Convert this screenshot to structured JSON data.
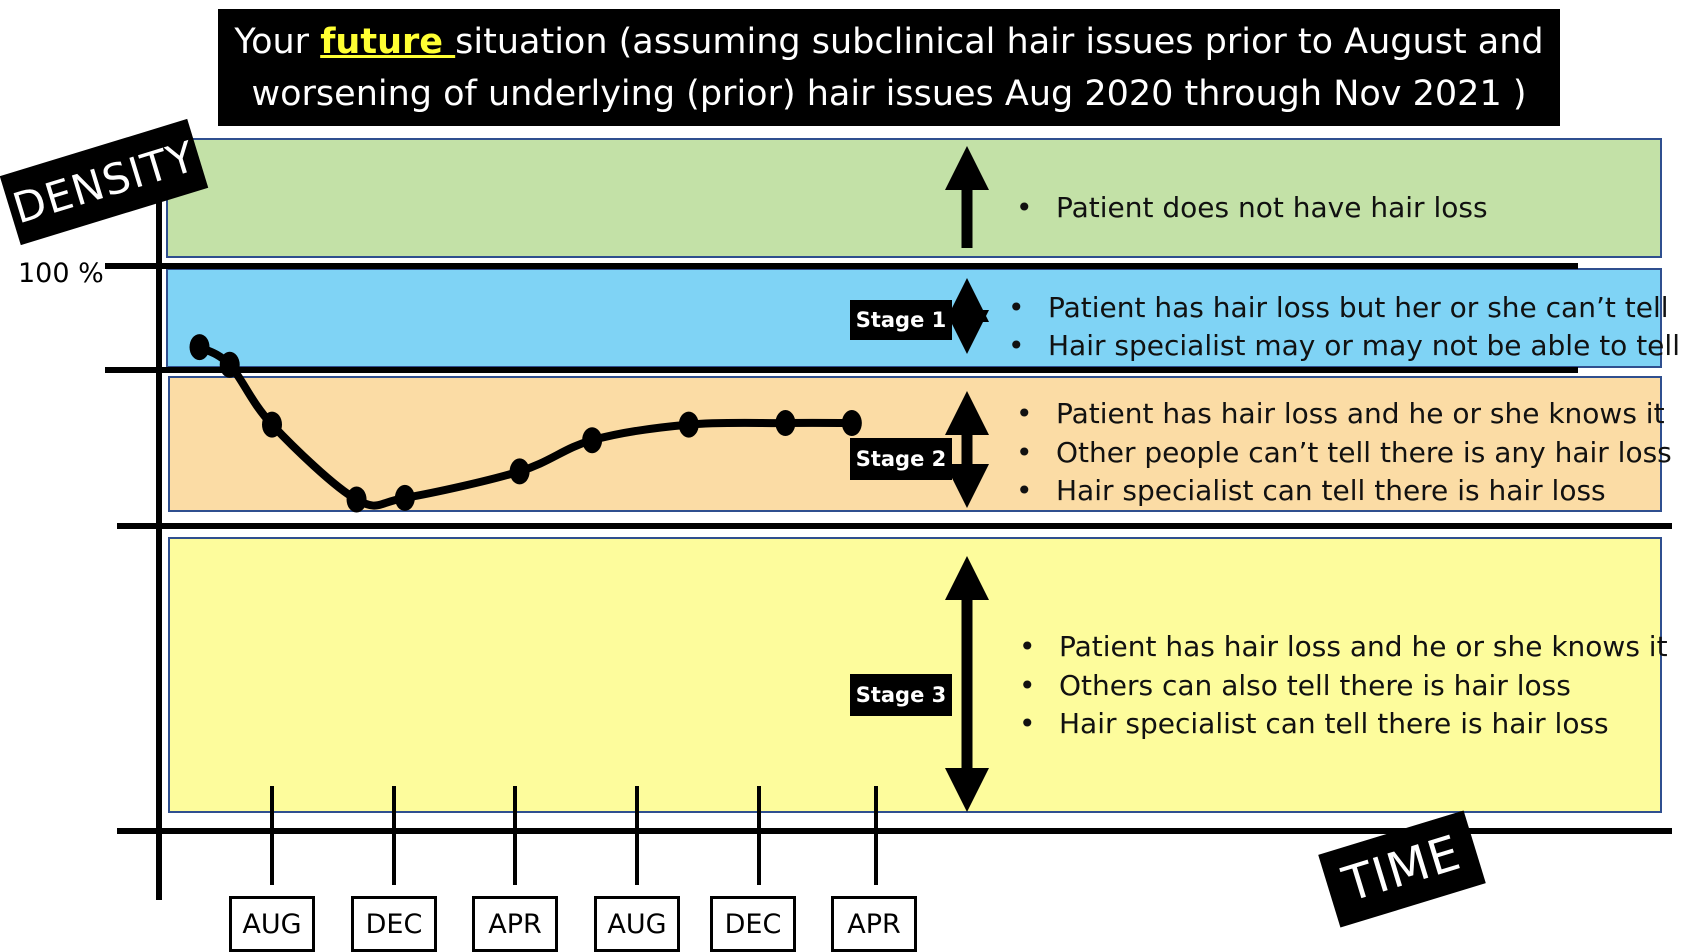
{
  "title": {
    "line1_pre": "Your ",
    "line1_highlight": "future ",
    "line1_post": "situation (assuming subclinical hair issues prior to August and",
    "line2": "worsening of underlying (prior) hair issues Aug 2020 through Nov 2021 )"
  },
  "axes": {
    "y_label": "DENSITY",
    "x_label": "TIME",
    "y_100_label": "100 %"
  },
  "bands": {
    "no_loss": {
      "bullets": [
        "Patient does not have hair loss"
      ],
      "color": "#c3e1a7"
    },
    "stage1": {
      "label": "Stage 1",
      "bullets": [
        "Patient has hair loss but her or she can’t tell",
        "Hair specialist may or may not be able to tell"
      ],
      "color": "#7fd3f5"
    },
    "stage2": {
      "label": "Stage 2",
      "bullets": [
        "Patient has hair loss and he or she knows it",
        "Other people can’t tell there is  any hair loss",
        "Hair specialist can tell there is hair loss"
      ],
      "color": "#fbdca5"
    },
    "stage3": {
      "label": "Stage 3",
      "bullets": [
        "Patient has hair loss and he or she knows it",
        "Others can also tell there is hair loss",
        "Hair specialist can tell there is  hair loss"
      ],
      "color": "#fdfc9c"
    }
  },
  "months": [
    "AUG",
    "DEC",
    "APR",
    "AUG",
    "DEC",
    "APR"
  ],
  "density_curve": {
    "points": [
      {
        "month_index": -0.6,
        "stage_level": 0.78
      },
      {
        "month_index": -0.35,
        "stage_level": 0.95
      },
      {
        "month_index": 0.0,
        "stage_level": 1.35
      },
      {
        "month_index": 0.7,
        "stage_level": 1.83
      },
      {
        "month_index": 1.1,
        "stage_level": 1.82
      },
      {
        "month_index": 2.05,
        "stage_level": 1.65
      },
      {
        "month_index": 2.65,
        "stage_level": 1.45
      },
      {
        "month_index": 3.45,
        "stage_level": 1.35
      },
      {
        "month_index": 4.25,
        "stage_level": 1.34
      },
      {
        "month_index": 4.8,
        "stage_level": 1.34
      }
    ]
  }
}
